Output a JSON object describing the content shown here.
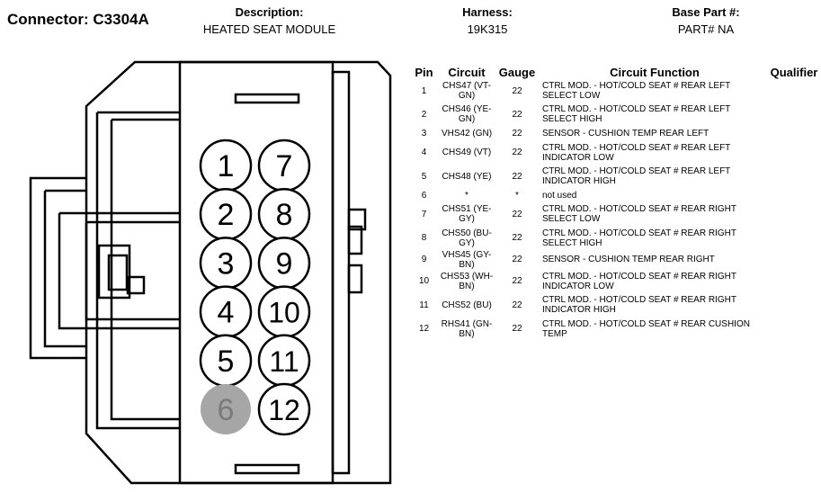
{
  "connector": {
    "label": "Connector: C3304A"
  },
  "header": {
    "description": {
      "label": "Description:",
      "value": "HEATED SEAT MODULE"
    },
    "harness": {
      "label": "Harness:",
      "value": "19K315"
    },
    "base_part": {
      "label": "Base Part #:",
      "value": "PART# NA"
    }
  },
  "columns": {
    "pin": "Pin",
    "circuit": "Circuit",
    "gauge": "Gauge",
    "function": "Circuit Function",
    "qualifier": "Qualifier"
  },
  "pins": [
    {
      "pin": "1",
      "circuit": "CHS47 (VT-GN)",
      "gauge": "22",
      "function": "CTRL MOD. - HOT/COLD SEAT # REAR LEFT SELECT LOW",
      "qualifier": ""
    },
    {
      "pin": "2",
      "circuit": "CHS46 (YE-GN)",
      "gauge": "22",
      "function": "CTRL MOD. - HOT/COLD SEAT # REAR LEFT SELECT HIGH",
      "qualifier": ""
    },
    {
      "pin": "3",
      "circuit": "VHS42 (GN)",
      "gauge": "22",
      "function": "SENSOR - CUSHION TEMP REAR LEFT",
      "qualifier": ""
    },
    {
      "pin": "4",
      "circuit": "CHS49 (VT)",
      "gauge": "22",
      "function": "CTRL MOD. - HOT/COLD SEAT # REAR LEFT INDICATOR LOW",
      "qualifier": ""
    },
    {
      "pin": "5",
      "circuit": "CHS48 (YE)",
      "gauge": "22",
      "function": "CTRL MOD. - HOT/COLD SEAT # REAR LEFT INDICATOR HIGH",
      "qualifier": ""
    },
    {
      "pin": "6",
      "circuit": "*",
      "gauge": "*",
      "function": "not used",
      "qualifier": ""
    },
    {
      "pin": "7",
      "circuit": "CHS51 (YE-GY)",
      "gauge": "22",
      "function": "CTRL MOD. - HOT/COLD SEAT # REAR RIGHT SELECT LOW",
      "qualifier": ""
    },
    {
      "pin": "8",
      "circuit": "CHS50 (BU-GY)",
      "gauge": "22",
      "function": "CTRL MOD. - HOT/COLD SEAT # REAR RIGHT SELECT HIGH",
      "qualifier": ""
    },
    {
      "pin": "9",
      "circuit": "VHS45 (GY-BN)",
      "gauge": "22",
      "function": "SENSOR - CUSHION TEMP REAR RIGHT",
      "qualifier": ""
    },
    {
      "pin": "10",
      "circuit": "CHS53 (WH-BN)",
      "gauge": "22",
      "function": "CTRL MOD. - HOT/COLD SEAT # REAR RIGHT INDICATOR LOW",
      "qualifier": ""
    },
    {
      "pin": "11",
      "circuit": "CHS52 (BU)",
      "gauge": "22",
      "function": "CTRL MOD. - HOT/COLD SEAT # REAR RIGHT INDICATOR HIGH",
      "qualifier": ""
    },
    {
      "pin": "12",
      "circuit": "RHS41 (GN-BN)",
      "gauge": "22",
      "function": "CTRL MOD. - HOT/COLD SEAT # REAR CUSHION TEMP",
      "qualifier": ""
    }
  ],
  "diagram": {
    "unused_pin": "6",
    "unused_fill": "#a6a6a6",
    "left_column": [
      "1",
      "2",
      "3",
      "4",
      "5",
      "6"
    ],
    "right_column": [
      "7",
      "8",
      "9",
      "10",
      "11",
      "12"
    ]
  }
}
